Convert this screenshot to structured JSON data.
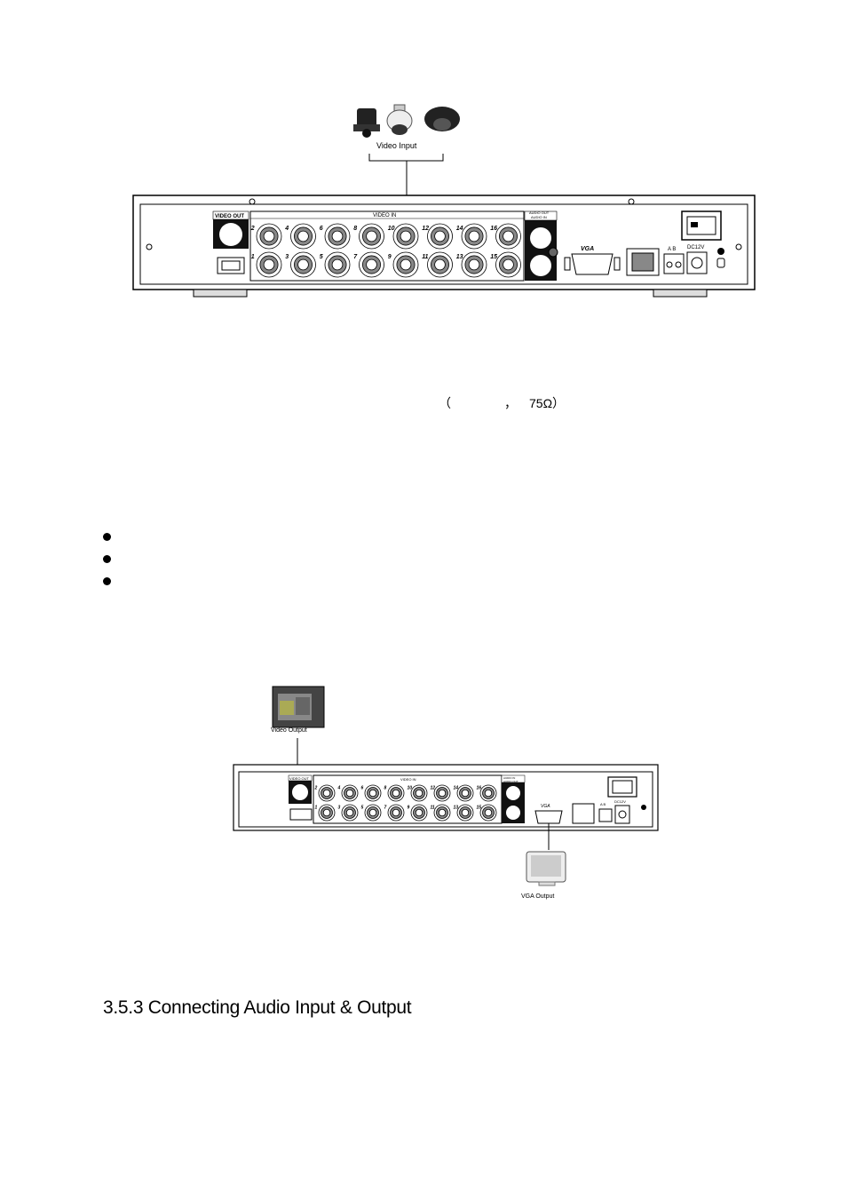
{
  "figure1": {
    "camera_caption": "Video  Input",
    "panel": {
      "video_out_label": "VIDEO OUT",
      "video_in_label": "VIDEO IN",
      "audio_label_top": "AUDIO OUT",
      "audio_label_bottom": "AUDIO IN",
      "vga_label": "VGA",
      "ab_label": "A B",
      "dc_label": "DC12V",
      "top_row_numbers": [
        "2",
        "4",
        "6",
        "8",
        "10",
        "12",
        "14",
        "16"
      ],
      "bottom_row_numbers": [
        "1",
        "3",
        "5",
        "7",
        "9",
        "11",
        "13",
        "15"
      ]
    }
  },
  "spec_line": {
    "open_paren": "（",
    "comma": "，",
    "impedance": "75Ω",
    "close_paren": "）"
  },
  "bullets": [
    "",
    "",
    ""
  ],
  "figure2": {
    "monitor_caption": "Video Output",
    "vga_caption": "VGA Output",
    "panel": {
      "video_out_label": "VIDEO OUT",
      "video_in_label": "VIDEO IN",
      "audio_label_top": "AUDIO IN",
      "audio_label_bottom": "AUDIO OUT",
      "vga_label": "VGA",
      "ab_label": "A B",
      "dc_label": "DC12V",
      "top_row_numbers": [
        "2",
        "4",
        "6",
        "8",
        "10",
        "12",
        "14",
        "16"
      ],
      "bottom_row_numbers": [
        "1",
        "3",
        "5",
        "7",
        "9",
        "11",
        "13",
        "15"
      ]
    }
  },
  "section": {
    "heading": "3.5.3 Connecting Audio Input & Output"
  }
}
